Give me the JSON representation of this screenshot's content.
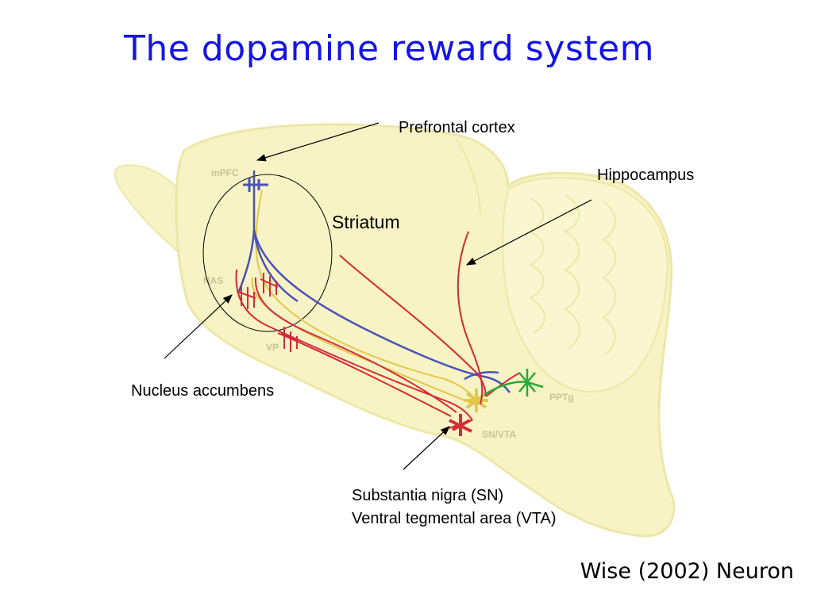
{
  "title": "The dopamine reward system",
  "labels": {
    "prefrontal": "Prefrontal cortex",
    "hippocampus": "Hippocampus",
    "striatum": "Striatum",
    "nucleus_accumbens": "Nucleus accumbens",
    "sn": "Substantia nigra (SN)",
    "vta": "Ventral tegmental area (VTA)"
  },
  "region_labels": {
    "mpfc": "mPFC",
    "nas": "NAS",
    "vp": "VP",
    "pptg": "PPTg",
    "snvta": "SN/VTA"
  },
  "citation": "Wise (2002) Neuron",
  "colors": {
    "title": "#1414e6",
    "brain_fill": "#f7f3c4",
    "brain_outline": "#ede7a8",
    "region_text": "#c9c39a",
    "pathway_red": "#d42a3a",
    "pathway_blue": "#4a52b8",
    "pathway_yellow": "#e2c84a",
    "pathway_green": "#2aa83a"
  }
}
